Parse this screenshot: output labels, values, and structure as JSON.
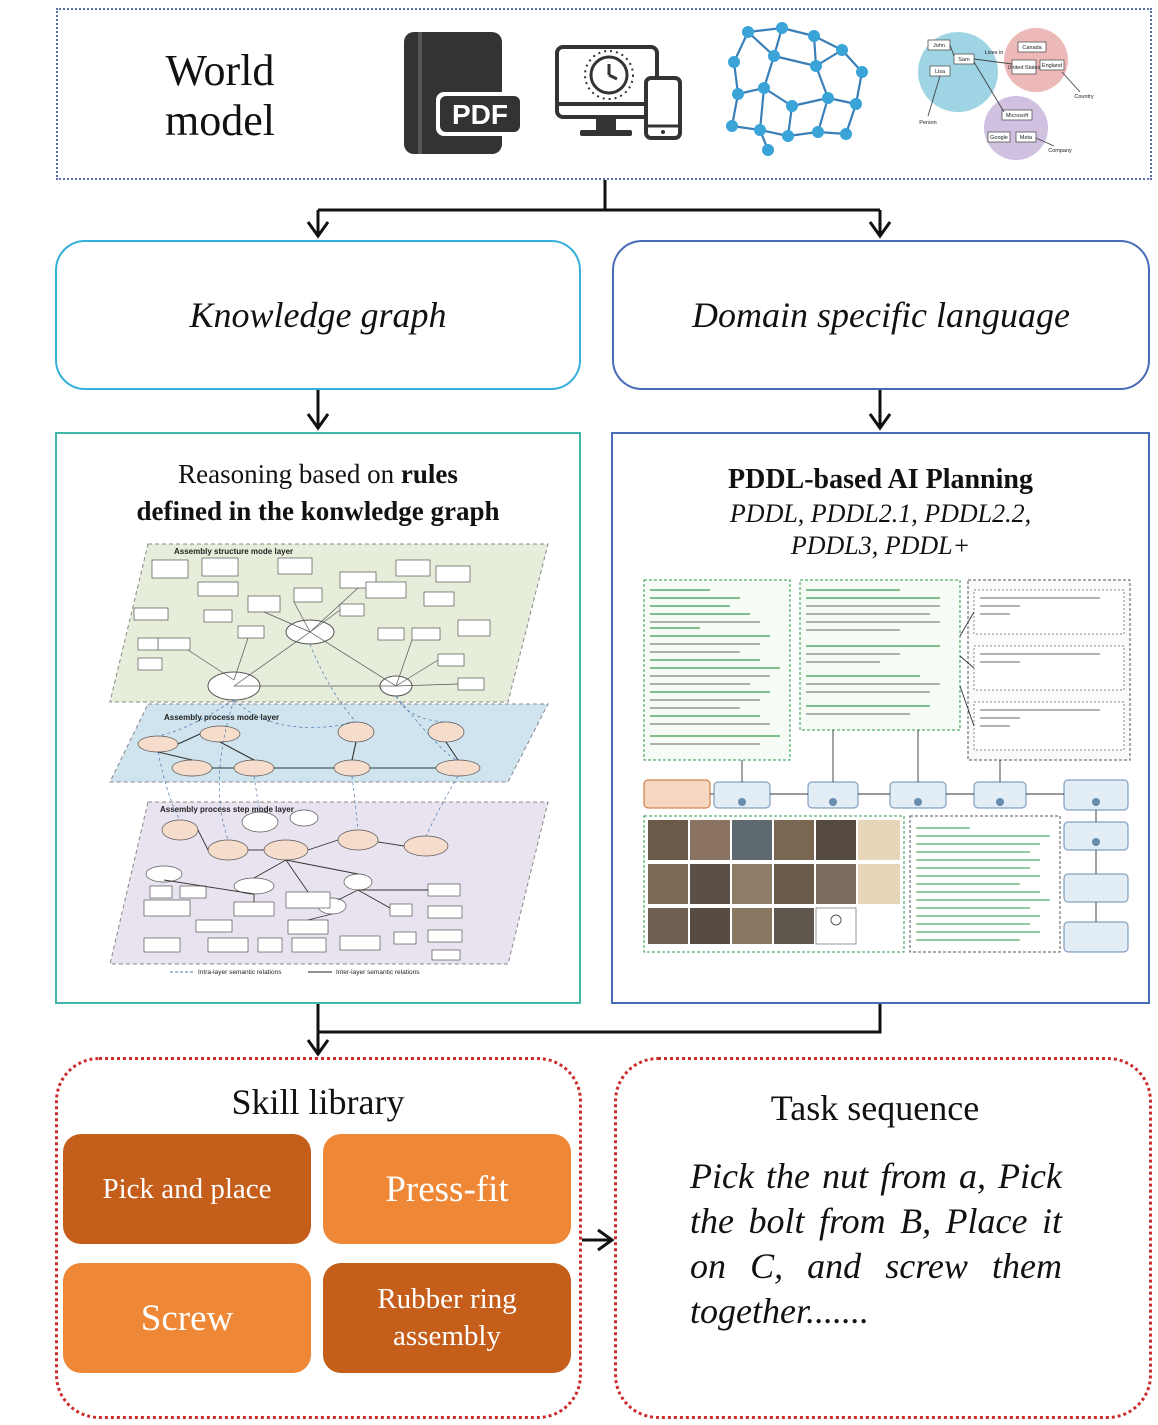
{
  "world_model": {
    "title": "World model",
    "pdf_label": "PDF",
    "icons": [
      "book-pdf-icon",
      "computer-phone-clock-icon",
      "network-graph-icon",
      "knowledge-graph-thumbnail"
    ],
    "kg_thumb": {
      "nodes": [
        "John",
        "Sam",
        "Lisa",
        "Canada",
        "United States",
        "England",
        "Microsoft",
        "Google",
        "Meta"
      ],
      "labels": [
        "Person",
        "Country",
        "Company",
        "Lives in"
      ]
    }
  },
  "branches": {
    "knowledge_graph": "Knowledge graph",
    "dsl": "Domain specific language"
  },
  "kg_panel": {
    "line1_normal": "Reasoning based on ",
    "line1_bold": "rules",
    "line2_bold": "defined in the konwledge graph",
    "layers": [
      "Assembly structure mode layer",
      "Assembly process mode layer",
      "Assembly process step mode layer"
    ],
    "legend": [
      "Intra-layer semantic relations",
      "Inter-layer semantic relations"
    ]
  },
  "dsl_panel": {
    "title": "PDDL-based AI Planning",
    "subtitle1": "PDDL, PDDL2.1, PDDL2.2,",
    "subtitle2": "PDDL3, PDDL+"
  },
  "skill_library": {
    "title": "Skill library",
    "skills": [
      "Pick and place",
      "Press-fit",
      "Screw",
      "Rubber ring",
      "assembly"
    ]
  },
  "task_sequence": {
    "title": "Task sequence",
    "lines": [
      "Pick the nut from a, Pick",
      "the bolt from B, Place it",
      "on C, and screw them",
      "together......."
    ]
  },
  "colors": {
    "world_border": "#5a6fa6",
    "kg_border": "#35b0d8",
    "dsl_border": "#4a6cb8",
    "kg_panel_border": "#3fb8a8",
    "dotted_red": "#cc2b2b",
    "skill_dark": "#c45e1a",
    "skill_light": "#ee8736",
    "node_blue": "#3aa3d8"
  }
}
